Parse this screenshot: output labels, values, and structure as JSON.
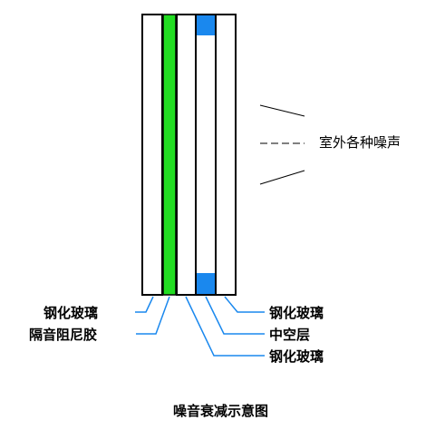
{
  "labels": {
    "left_glass": "钢化玻璃",
    "damping_glue": "隔音阻尼胶",
    "right_glass": "钢化玻璃",
    "air_layer": "中空层",
    "middle_glass": "钢化玻璃",
    "outdoor_noise": "室外各种噪声"
  },
  "title": "噪音衰减示意图",
  "colors": {
    "glue": "#22dd22",
    "spacer": "#1a88ee",
    "leader": "#1a88ee",
    "outline": "#000000",
    "background": "#ffffff"
  }
}
